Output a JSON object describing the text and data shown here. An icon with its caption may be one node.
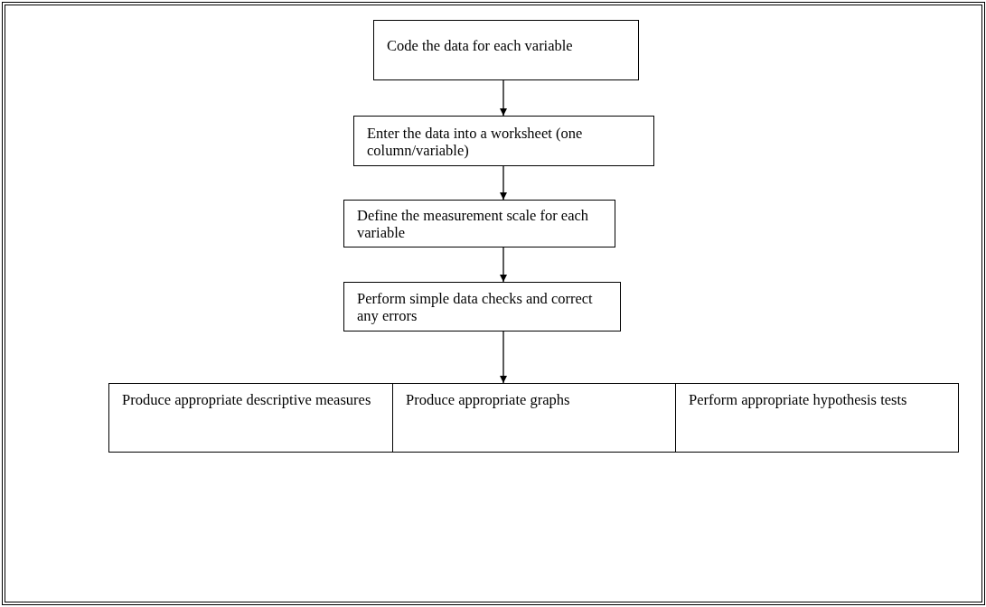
{
  "diagram": {
    "nodes": [
      {
        "text": [
          "Code the data for each variable"
        ]
      },
      {
        "text": [
          "Enter the data into a worksheet (one column/variable)"
        ]
      },
      {
        "text": [
          "Define the measurement scale for each variable"
        ]
      },
      {
        "text": [
          "Perform simple data checks and correct any errors"
        ]
      },
      {
        "text": [
          "Produce appropriate descriptive measures"
        ]
      },
      {
        "text": [
          "Produce appropriate graphs"
        ]
      },
      {
        "text": [
          "Perform appropriate hypothesis tests"
        ]
      }
    ],
    "edges": [
      {
        "from": 0,
        "to": 1,
        "arrow": "to"
      },
      {
        "from": 1,
        "to": 2,
        "arrow": "to"
      },
      {
        "from": 2,
        "to": 3,
        "arrow": "to"
      },
      {
        "from": 3,
        "to": 5,
        "arrow": "to"
      }
    ]
  }
}
